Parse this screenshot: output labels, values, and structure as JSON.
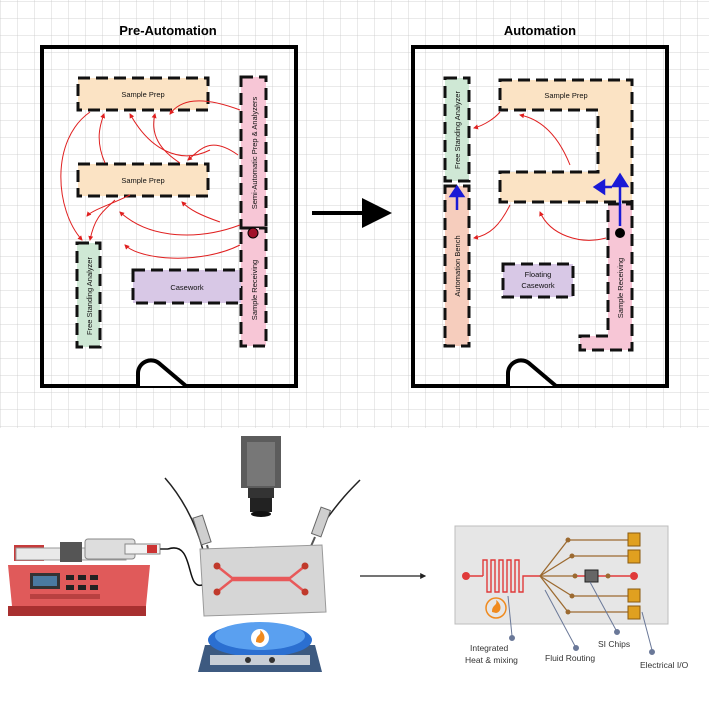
{
  "top": {
    "left_title": "Pre-Automation",
    "right_title": "Automation",
    "left_boxes": {
      "sample_prep_top": "Sample Prep",
      "sample_prep_mid": "Sample Prep",
      "free_standing_analyzer": "Free Standing Analyzer",
      "semi_automatic": "Semi-Automatic Prep & Analyzers",
      "sample_receiving": "Sample Receiving",
      "casework": "Casework"
    },
    "right_boxes": {
      "free_standing_analyzer": "Free Standing Analyzer",
      "sample_prep": "Sample Prep",
      "automation_bench": "Automation Bench",
      "floating_casework_1": "Floating",
      "floating_casework_2": "Casework",
      "sample_receiving": "Sample Receiving"
    }
  },
  "bottom": {
    "labels": {
      "integrated_1": "Integrated",
      "integrated_2": "Heat & mixing",
      "fluid_routing": "Fluid Routing",
      "si_chips": "SI Chips",
      "electrical_io": "Electrical I/O"
    }
  },
  "colors": {
    "wall": "#000000",
    "sample_prep": "#fbe3c4",
    "analyzer": "#cfe8d5",
    "receiving": "#f7c6d6",
    "casework": "#d8c8e6",
    "bench": "#f6cdbd",
    "flow_arrow": "#e02020",
    "auto_arrow": "#1a1ad6"
  }
}
